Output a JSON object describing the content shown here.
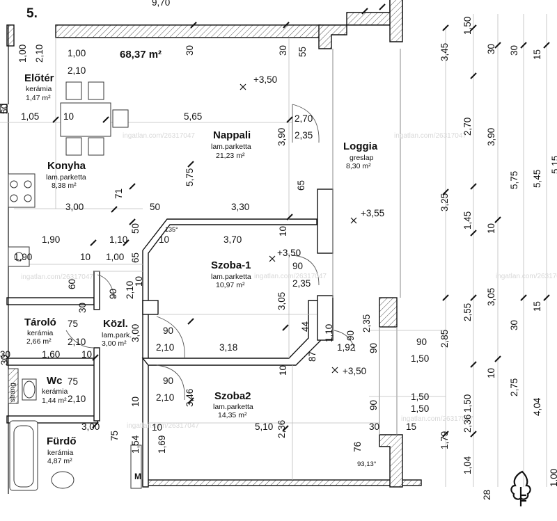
{
  "plan": {
    "unit_number": "5.",
    "total_area": "68,37 m²",
    "top_dim": "9,70"
  },
  "rooms": [
    {
      "id": "eloter",
      "name": "Előtér",
      "material": "kerámia",
      "area": "1,47 m²"
    },
    {
      "id": "nappali",
      "name": "Nappali",
      "material": "lam.parketta",
      "area": "21,23 m²"
    },
    {
      "id": "konyha",
      "name": "Konyha",
      "material": "lam.parketta",
      "area": "8,38 m²"
    },
    {
      "id": "loggia",
      "name": "Loggia",
      "material": "greslap",
      "area": "8,30 m²"
    },
    {
      "id": "szoba1",
      "name": "Szoba-1",
      "material": "lam.parketta",
      "area": "10,97 m²"
    },
    {
      "id": "tarolo",
      "name": "Tároló",
      "material": "kerámia",
      "area": "2,66 m²"
    },
    {
      "id": "kozl",
      "name": "Közl.",
      "material": "lam.park.",
      "area": "3,00 m²"
    },
    {
      "id": "wc",
      "name": "Wc",
      "material": "kerámia",
      "area": "1,44 m²"
    },
    {
      "id": "szoba2",
      "name": "Szoba2",
      "material": "lam.parketta",
      "area": "14,35 m²"
    },
    {
      "id": "furdo",
      "name": "Fürdő",
      "material": "kerámia",
      "area": "4,87 m²"
    }
  ],
  "levels": [
    "+3,50",
    "+3,55",
    "+3,50",
    "+3,50"
  ],
  "angles": [
    "135°",
    "93,13°"
  ],
  "labels": {
    "strang": "strang",
    "meter": "M",
    "watermark": "ingatlan.com/26317047"
  },
  "dims": {
    "d1": "1,00",
    "d2": "2,10",
    "d3": "1,00",
    "d4": "2,10",
    "d5": "30",
    "d6": "30",
    "d7": "55",
    "d8": "1,05",
    "d9": "10",
    "d10": "5,65",
    "d11": "2,70",
    "d12": "2,35",
    "d13": "3,90",
    "d14": "5,75",
    "d15": "65",
    "d16": "71",
    "d17": "3,00",
    "d18": "50",
    "d19": "3,30",
    "d20": "50",
    "d21": "10",
    "d22": "1,90",
    "d23": "1,10",
    "d24": "10",
    "d25": "3,70",
    "d26": "10",
    "d27": "1,90",
    "d28": "10",
    "d29": "1,00",
    "d30": "65",
    "d31": "90",
    "d32": "60",
    "d33": "90",
    "d34": "2,10",
    "d35": "10",
    "d36": "2,35",
    "d37": "3,05",
    "d38": "30",
    "d39": "75",
    "d40": "2,10",
    "d41": "3,00",
    "d42": "90",
    "d43": "2,10",
    "d44": "30",
    "d45": "1,60",
    "d46": "10",
    "d47": "44",
    "d48": "1,10",
    "d49": "87",
    "d50": "1,92",
    "d51": "90",
    "d52": "2,35",
    "d53": "3,18",
    "d54": "10",
    "d55": "90",
    "d56": "1,50",
    "d57": "75",
    "d58": "2,10",
    "d59": "90",
    "d60": "2,10",
    "d61": "3,46",
    "d62": "10",
    "d63": "2,36",
    "d64": "90",
    "d65": "1,50",
    "d66": "1,50",
    "d67": "3,00",
    "d68": "10",
    "d69": "75",
    "d70": "1,54",
    "d71": "1,69",
    "d72": "5,10",
    "d73": "30",
    "d74": "15",
    "d75": "76",
    "d76": "50",
    "d77": "30",
    "d78": "90",
    "d79": "28"
  },
  "right_dims": {
    "col1": [
      "3,45",
      "3,25",
      "2,85",
      "1,79"
    ],
    "col2": [
      "1,50",
      "2,70",
      "1,45",
      "2,55",
      "1,50",
      "2,36",
      "1,04"
    ],
    "col3": [
      "30",
      "10",
      "10",
      "15"
    ],
    "col4": [
      "3,90",
      "3,05",
      "2,75"
    ],
    "col5": [
      "30",
      "5,75",
      "30",
      "4,04"
    ],
    "col6": [
      "15",
      "5,45",
      "15"
    ],
    "col7": [
      "5,15",
      "1,00"
    ]
  }
}
